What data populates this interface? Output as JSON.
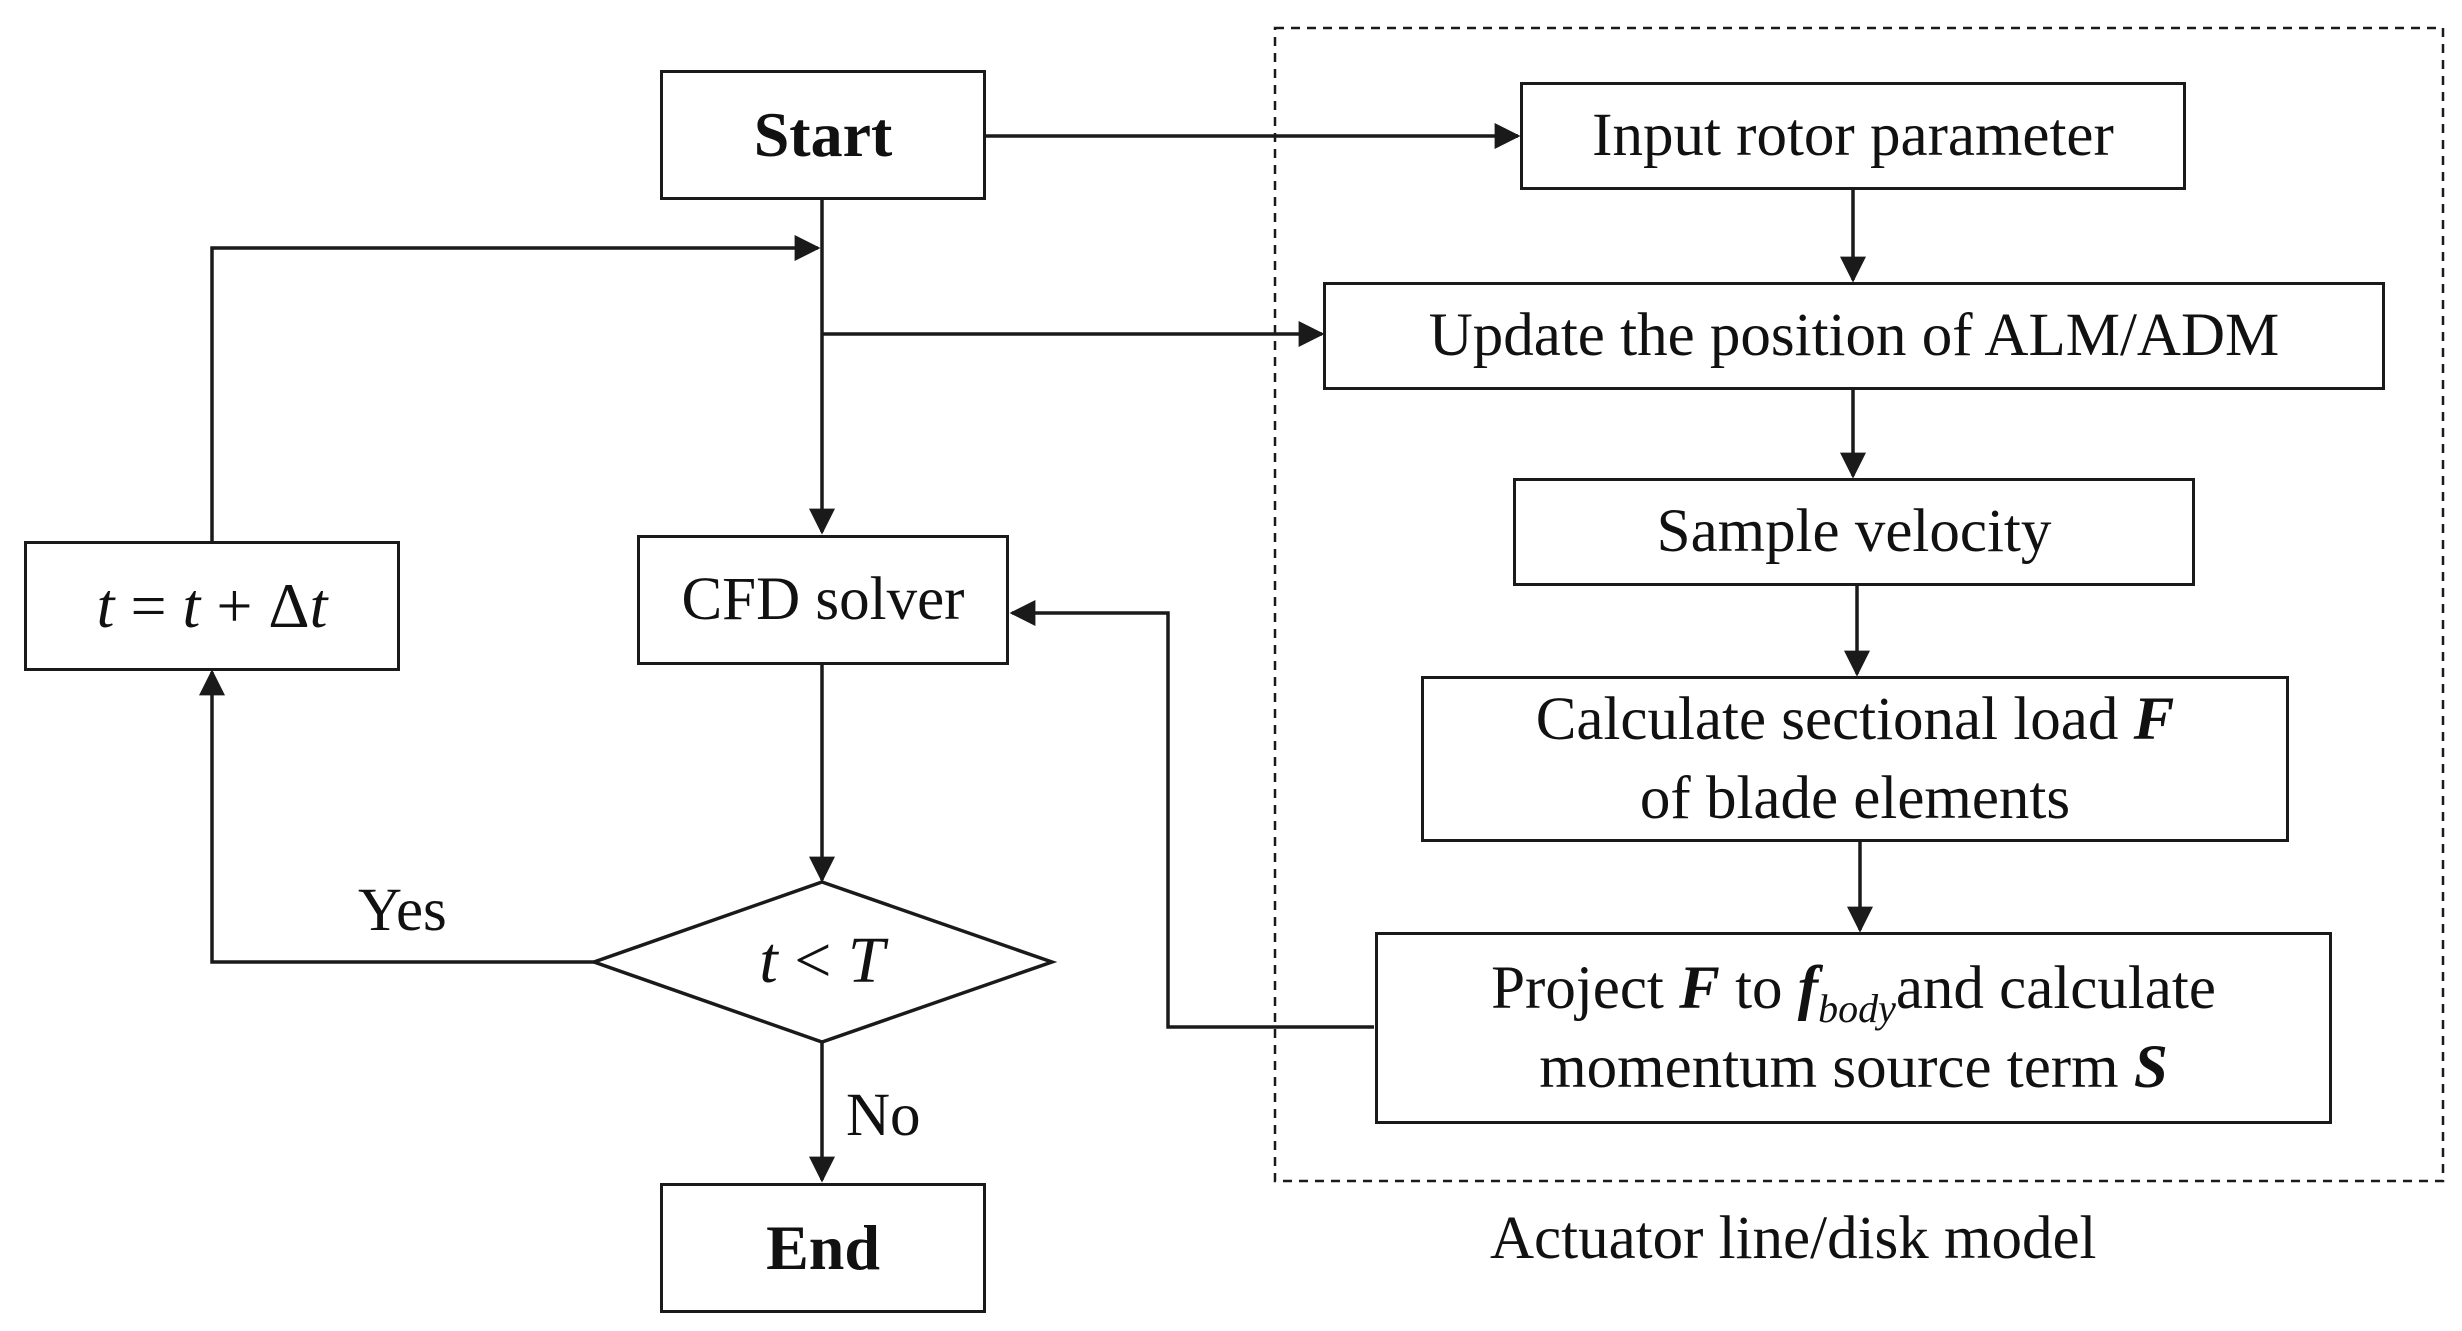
{
  "nodes": {
    "start": "Start",
    "end": "End",
    "cfd_solver": "CFD solver",
    "time_update": {
      "t1": "t",
      "eq": " = ",
      "t2": "t",
      "plus": " + ",
      "delta": "Δ",
      "t3": "t"
    },
    "decision": {
      "lhs": "t",
      "op": " < ",
      "rhs": "T"
    },
    "input_rotor": "Input rotor parameter",
    "update_position": "Update the position of ALM/ADM",
    "sample_velocity": "Sample velocity",
    "calc_load": {
      "line1": "Calculate sectional load ",
      "symbol": "F",
      "line2": "of blade elements"
    },
    "project": {
      "word1": "Project ",
      "symbol_F": "F",
      "word2": " to ",
      "symbol_f": "f",
      "subscript": "body",
      "word3": "and calculate",
      "line2": "momentum source term ",
      "symbol_S": "S"
    }
  },
  "labels": {
    "yes": "Yes",
    "no": "No",
    "group_caption": "Actuator line/disk model"
  },
  "colors": {
    "stroke": "#1a1a1a",
    "background": "#ffffff"
  }
}
